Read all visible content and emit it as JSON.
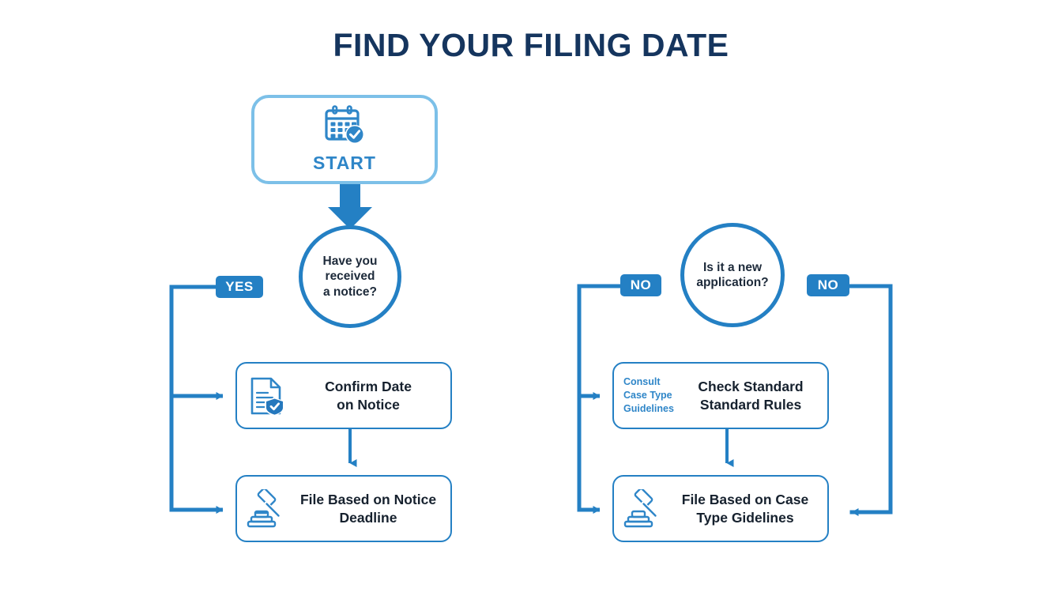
{
  "page": {
    "title": "FIND YOUR FILING DATE",
    "background_color": "#ffffff",
    "accent_blue": "#2480c4",
    "light_blue": "#7cc0e8",
    "navy": "#15355e",
    "text_dark": "#16212e"
  },
  "start_node": {
    "label": "START",
    "icon": "calendar-check-icon"
  },
  "decisions": [
    {
      "id": "have-you-received-a-notice",
      "line1": "Have you",
      "line2": "received",
      "line3": "a notice?",
      "branch_label": "YES"
    },
    {
      "id": "is-it-a-new-application",
      "line1": "Is it a new",
      "line2": "application?",
      "branch_label_left": "NO",
      "branch_label_right": "NO"
    }
  ],
  "left_branch": {
    "confirm": {
      "icon": "document-shield-check-icon",
      "line1": "Confirm Date",
      "line2": "on Notice"
    },
    "file": {
      "icon": "gavel-icon",
      "line1": "File Based on Notice",
      "line2": "Deadline"
    }
  },
  "right_branch": {
    "check": {
      "note_line1": "Consult",
      "note_line2": "Case Type",
      "note_line3": "Guidelines",
      "line1": "Check Standard",
      "line2": "Standard Rules"
    },
    "file": {
      "icon": "gavel-icon",
      "line1": "File Based on Case",
      "line2": "Type Gidelines"
    }
  },
  "chart_data": {
    "type": "diagram",
    "title": "FIND YOUR FILING DATE",
    "nodes": [
      {
        "id": "start",
        "label": "START",
        "shape": "rounded-rect"
      },
      {
        "id": "q1",
        "label": "Have you received a notice?",
        "shape": "circle"
      },
      {
        "id": "confirm",
        "label": "Confirm Date on Notice",
        "shape": "rounded-rect"
      },
      {
        "id": "file-notice",
        "label": "File Based on Notice Deadline",
        "shape": "rounded-rect"
      },
      {
        "id": "q2",
        "label": "Is it a new application?",
        "shape": "circle"
      },
      {
        "id": "check",
        "label": "Check Standard Standard Rules",
        "shape": "rounded-rect"
      },
      {
        "id": "file-case",
        "label": "File Based on Case Type Gidelines",
        "shape": "rounded-rect"
      }
    ],
    "edges": [
      {
        "from": "start",
        "to": "q1",
        "label": ""
      },
      {
        "from": "q1",
        "to": "confirm",
        "label": "YES"
      },
      {
        "from": "q1",
        "to": "file-notice",
        "label": "YES"
      },
      {
        "from": "confirm",
        "to": "file-notice",
        "label": ""
      },
      {
        "from": "q2",
        "to": "check",
        "label": "NO"
      },
      {
        "from": "q2",
        "to": "file-case",
        "label": "NO"
      },
      {
        "from": "check",
        "to": "file-case",
        "label": ""
      }
    ]
  }
}
